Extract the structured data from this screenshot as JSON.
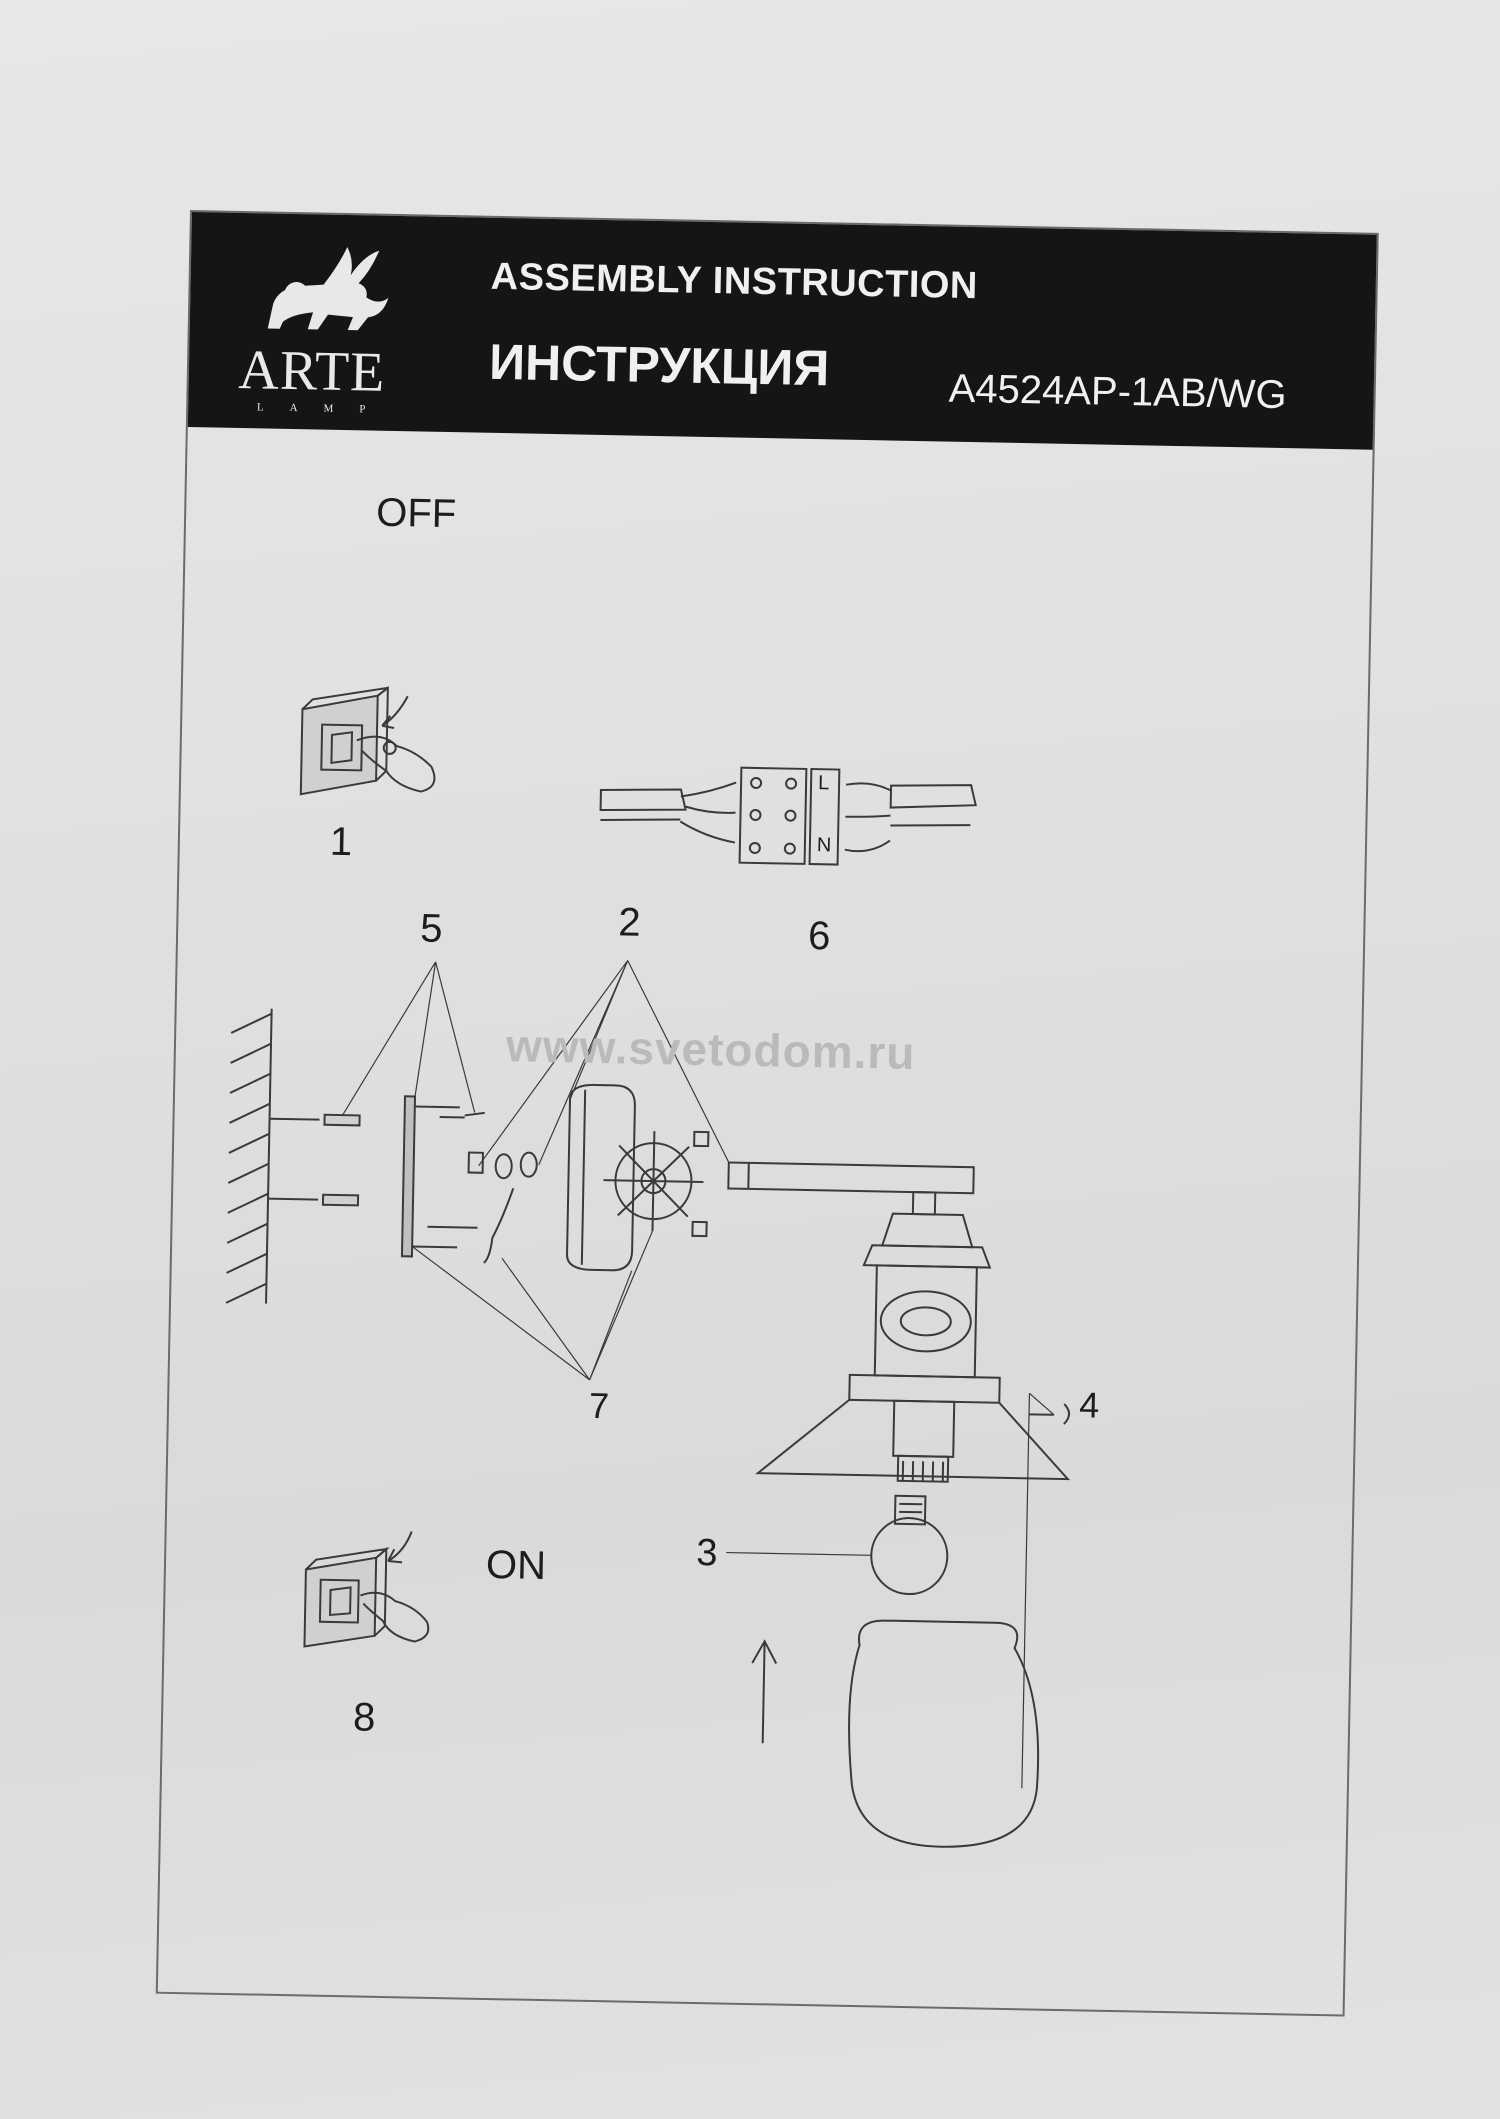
{
  "header": {
    "brand": "ARTE",
    "brand_sub": "LAMP",
    "title_en": "ASSEMBLY INSTRUCTION",
    "title_ru": "ИНСТРУКЦИЯ",
    "model": "A4524AP-1AB/WG"
  },
  "steps": {
    "off_label": "OFF",
    "on_label": "ON",
    "n1": "1",
    "n2": "2",
    "n3": "3",
    "n4": "4",
    "n5": "5",
    "n6": "6",
    "n7": "7",
    "n8": "8"
  },
  "wiring": {
    "l": "L",
    "n": "N"
  },
  "watermark": "www.svetodom.ru"
}
